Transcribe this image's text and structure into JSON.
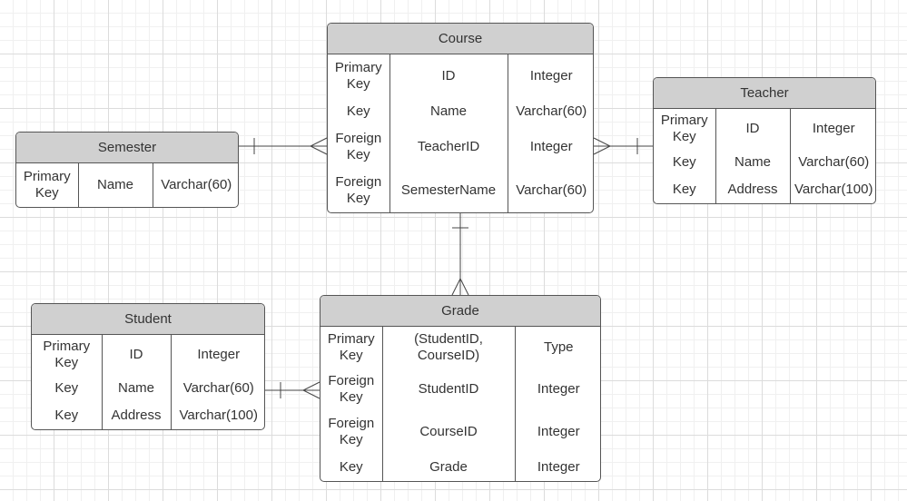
{
  "entities": {
    "course": {
      "title": "Course",
      "rows": [
        [
          "Primary\nKey",
          "ID",
          "Integer"
        ],
        [
          "Key",
          "Name",
          "Varchar(60)"
        ],
        [
          "Foreign\nKey",
          "TeacherID",
          "Integer"
        ],
        [
          "Foreign\nKey",
          "SemesterName",
          "Varchar(60)"
        ]
      ]
    },
    "teacher": {
      "title": "Teacher",
      "rows": [
        [
          "Primary\nKey",
          "ID",
          "Integer"
        ],
        [
          "Key",
          "Name",
          "Varchar(60)"
        ],
        [
          "Key",
          "Address",
          "Varchar(100)"
        ]
      ]
    },
    "semester": {
      "title": "Semester",
      "rows": [
        [
          "Primary\nKey",
          "Name",
          "Varchar(60)"
        ]
      ]
    },
    "student": {
      "title": "Student",
      "rows": [
        [
          "Primary\nKey",
          "ID",
          "Integer"
        ],
        [
          "Key",
          "Name",
          "Varchar(60)"
        ],
        [
          "Key",
          "Address",
          "Varchar(100)"
        ]
      ]
    },
    "grade": {
      "title": "Grade",
      "rows": [
        [
          "Primary\nKey",
          "(StudentID,\nCourseID)",
          "Type"
        ],
        [
          "Foreign\nKey",
          "StudentID",
          "Integer"
        ],
        [
          "Foreign\nKey",
          "CourseID",
          "Integer"
        ],
        [
          "Key",
          "Grade",
          "Integer"
        ]
      ]
    }
  },
  "relationships": [
    {
      "from": "semester",
      "to": "course",
      "from_end": "one",
      "to_end": "many"
    },
    {
      "from": "teacher",
      "to": "course",
      "from_end": "one",
      "to_end": "many"
    },
    {
      "from": "course",
      "to": "grade",
      "from_end": "one",
      "to_end": "many"
    },
    {
      "from": "student",
      "to": "grade",
      "from_end": "one",
      "to_end": "many"
    }
  ],
  "colors": {
    "header_fill": "#d0d0d0",
    "border": "#555555",
    "connector": "#444444",
    "grid": "#dcdcdc"
  }
}
